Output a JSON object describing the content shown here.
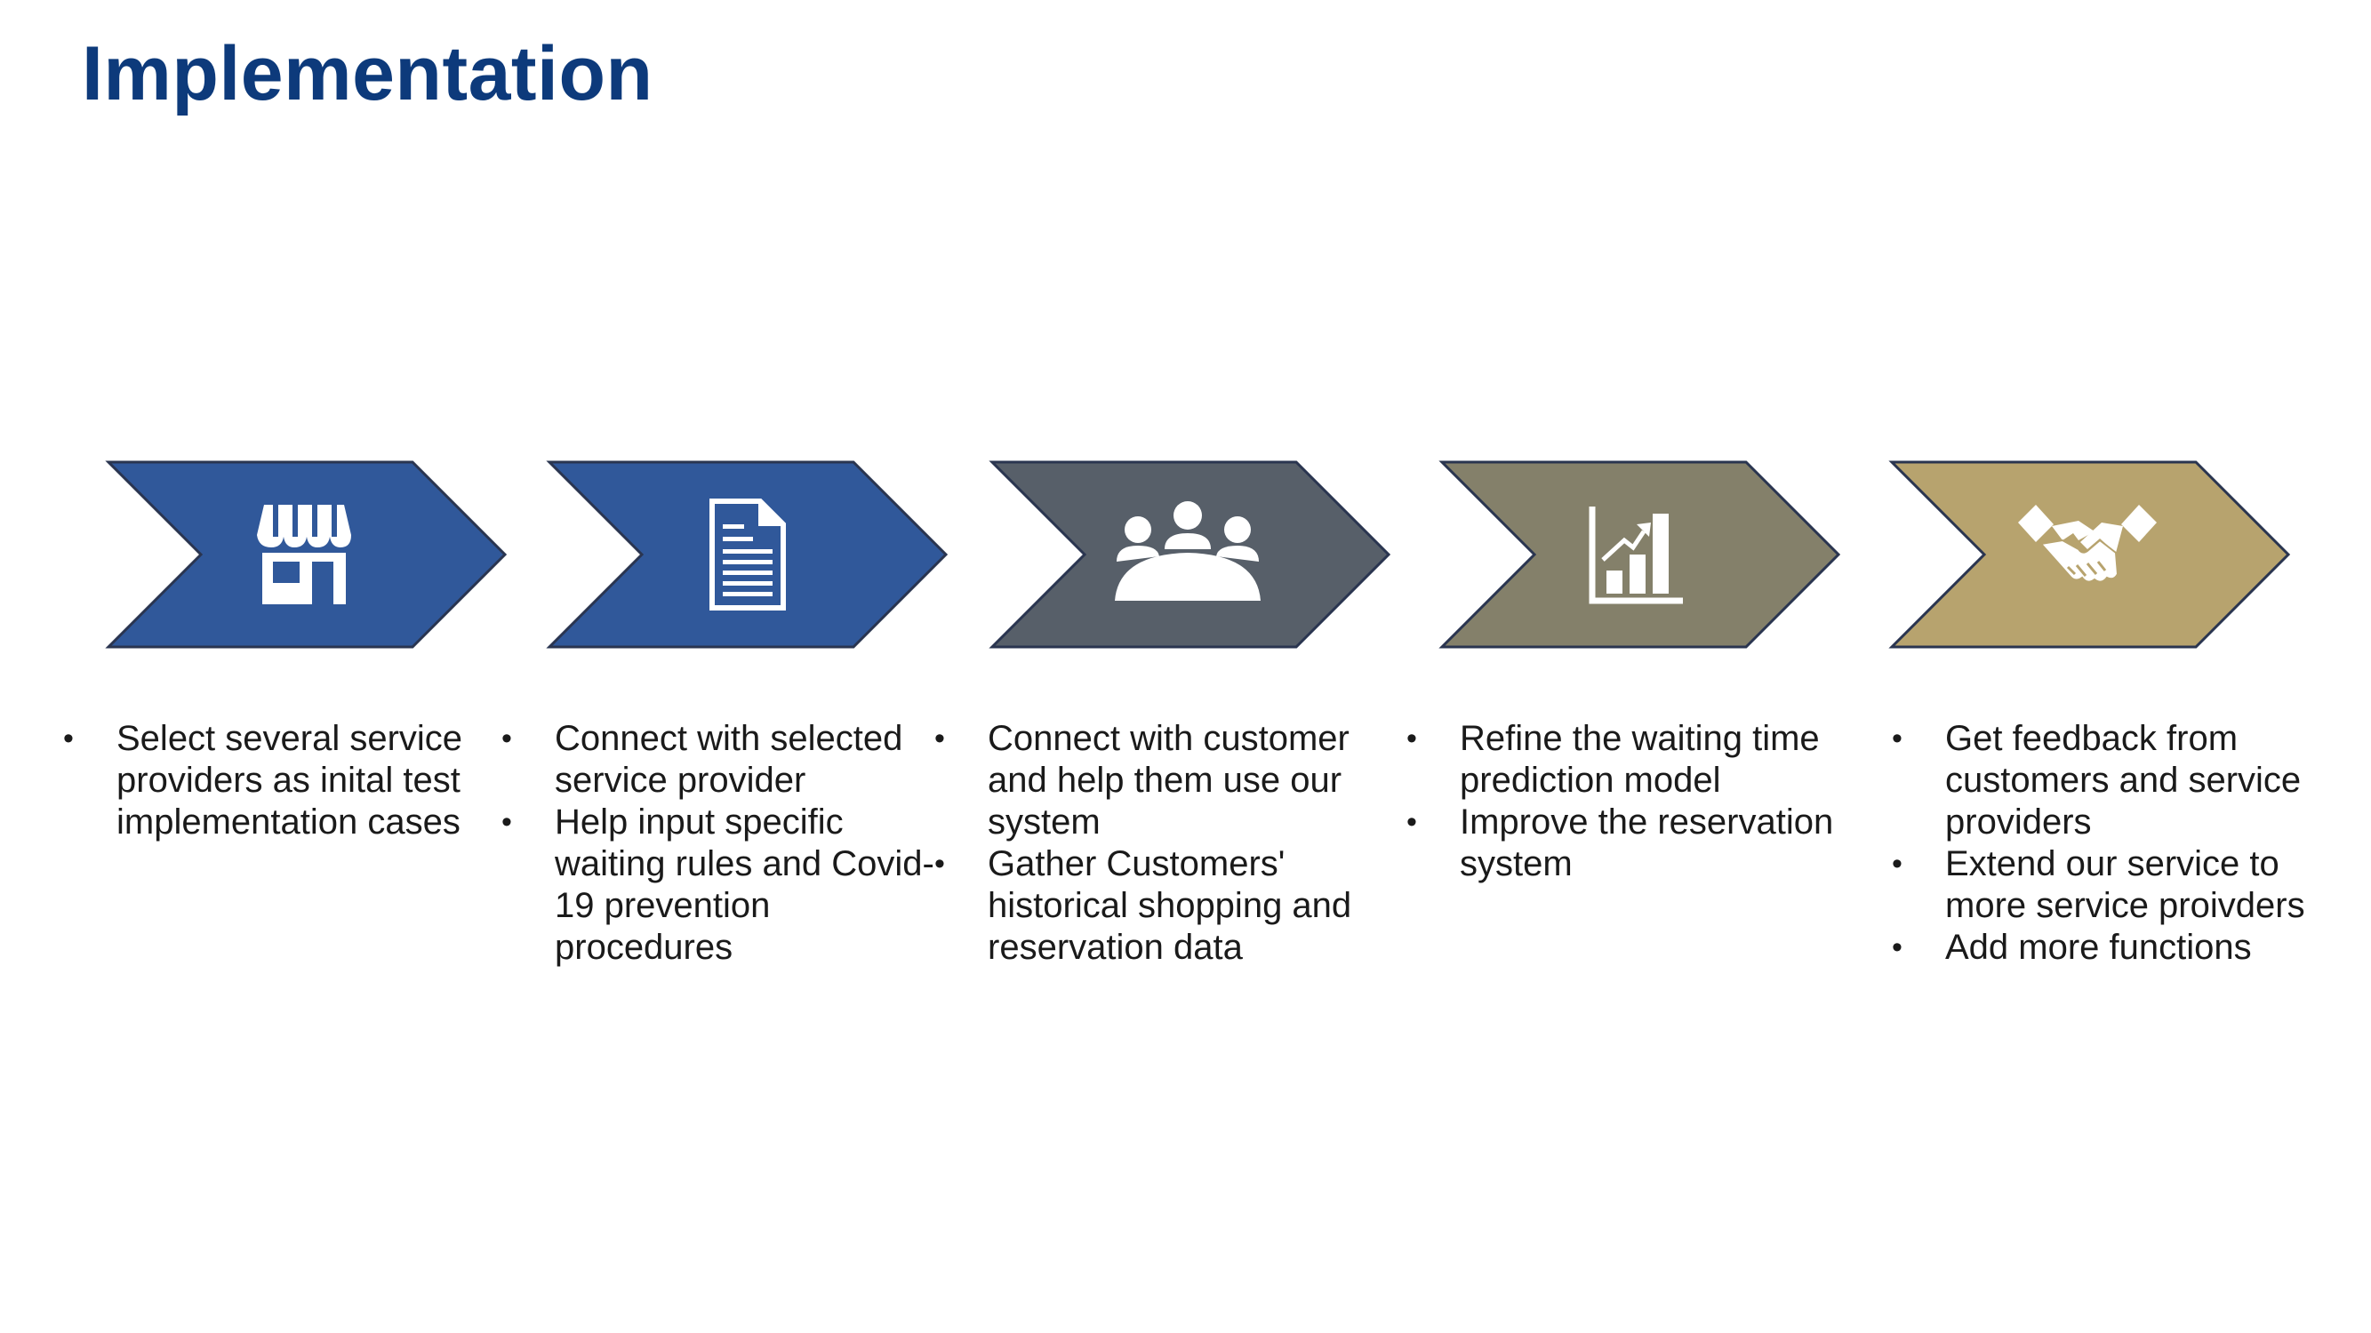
{
  "title": "Implementation",
  "steps": [
    {
      "color": "#30589a",
      "icon": "storefront-icon",
      "bullets": [
        "Select several service providers as inital test implementation cases"
      ]
    },
    {
      "color": "#30589a",
      "icon": "document-icon",
      "bullets": [
        "Connect with selected service provider",
        "Help input specific waiting rules and Covid-19 prevention procedures"
      ]
    },
    {
      "color": "#575f69",
      "icon": "meeting-group-icon",
      "bullets": [
        "Connect with customer and help them use our system",
        "Gather Customers' historical shopping and reservation data"
      ]
    },
    {
      "color": "#84806a",
      "icon": "growth-chart-icon",
      "bullets": [
        "Refine the waiting time prediction model",
        "Improve the reservation system"
      ]
    },
    {
      "color": "#b7a36e",
      "icon": "handshake-icon",
      "bullets": [
        "Get feedback from customers and service providers",
        "Extend our service to more service proivders",
        "Add more functions"
      ]
    }
  ],
  "bullet_char": "•"
}
